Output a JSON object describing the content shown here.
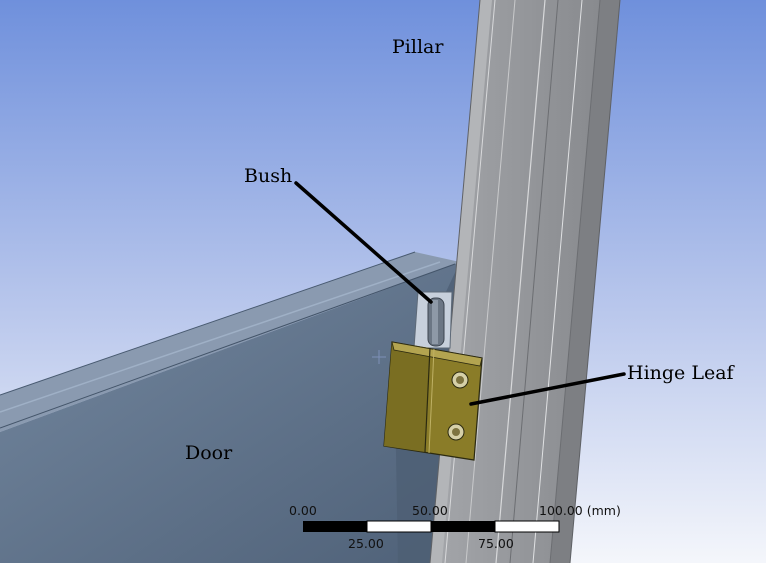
{
  "viewport": {
    "background_top": "#6f90dc",
    "background_bottom": "#f4f6fb"
  },
  "annotations": {
    "pillar": "Pillar",
    "bush": "Bush",
    "hinge_leaf": "Hinge Leaf",
    "door": "Door"
  },
  "scale_bar": {
    "top_labels": [
      "0.00",
      "50.00",
      "100.00 (mm)"
    ],
    "bottom_labels": [
      "25.00",
      "75.00"
    ]
  },
  "colors": {
    "hinge": "#8a7c28",
    "pillar": "#8e9094",
    "door": "#5c6f86",
    "leader": "#000000"
  }
}
